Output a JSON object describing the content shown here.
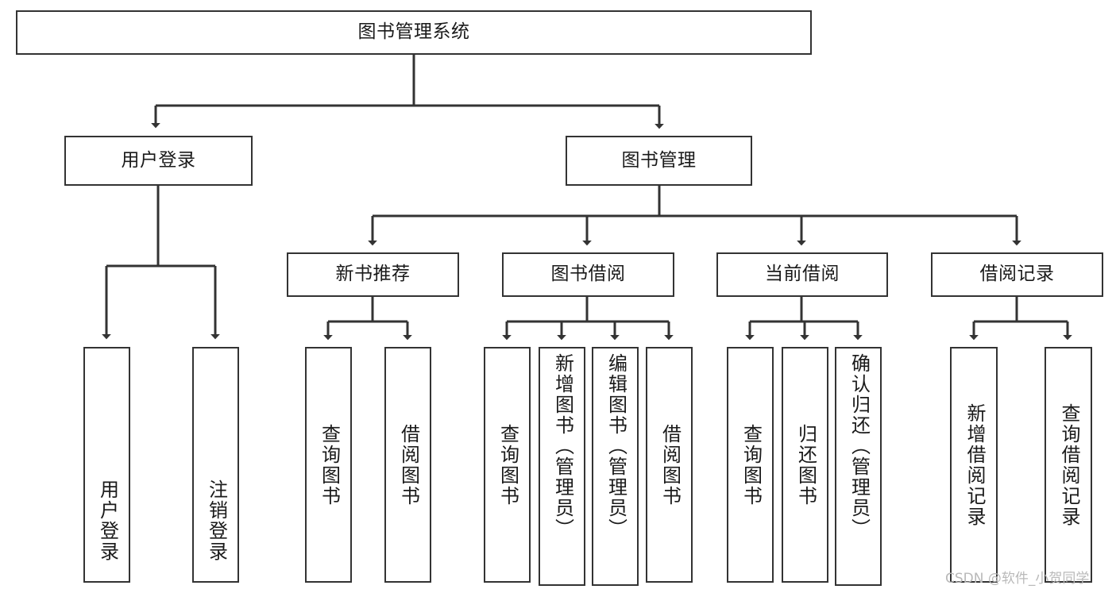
{
  "diagram": {
    "title": "图书管理系统",
    "type": "tree-hierarchy-chart",
    "orientation": "top-down",
    "colors": {
      "background": "#ffffff",
      "node_border": "#333333",
      "node_fill": "#ffffff",
      "edge": "#333333",
      "text": "#1a1a1a",
      "watermark": "#b9b9b9"
    },
    "watermark": "CSDN @软件_小贺同学",
    "levels": {
      "level1": "root",
      "level2": "modules",
      "level3": "submodules",
      "level4": "functions"
    }
  },
  "root": {
    "label": "图书管理系统"
  },
  "modules": [
    {
      "id": "user-login",
      "label": "用户登录",
      "children": [
        {
          "id": "user-login-do",
          "label": "用户登录"
        },
        {
          "id": "user-logout",
          "label": "注销登录"
        }
      ]
    },
    {
      "id": "book-management",
      "label": "图书管理",
      "submodules": [
        {
          "id": "new-book-recommend",
          "label": "新书推荐",
          "children": [
            {
              "id": "query-book-1",
              "label": "查询图书"
            },
            {
              "id": "borrow-book-1",
              "label": "借阅图书"
            }
          ]
        },
        {
          "id": "book-borrow",
          "label": "图书借阅",
          "children": [
            {
              "id": "query-book-2",
              "label": "查询图书"
            },
            {
              "id": "add-book",
              "label": "新增图书（管理员）"
            },
            {
              "id": "edit-book",
              "label": "编辑图书（管理员）"
            },
            {
              "id": "borrow-book-2",
              "label": "借阅图书"
            }
          ]
        },
        {
          "id": "current-borrow",
          "label": "当前借阅",
          "children": [
            {
              "id": "query-book-3",
              "label": "查询图书"
            },
            {
              "id": "return-book",
              "label": "归还图书"
            },
            {
              "id": "confirm-return",
              "label": "确认归还（管理员）"
            }
          ]
        },
        {
          "id": "borrow-record",
          "label": "借阅记录",
          "children": [
            {
              "id": "add-borrow-record",
              "label": "新增借阅记录"
            },
            {
              "id": "query-borrow-record",
              "label": "查询借阅记录"
            }
          ]
        }
      ]
    }
  ]
}
